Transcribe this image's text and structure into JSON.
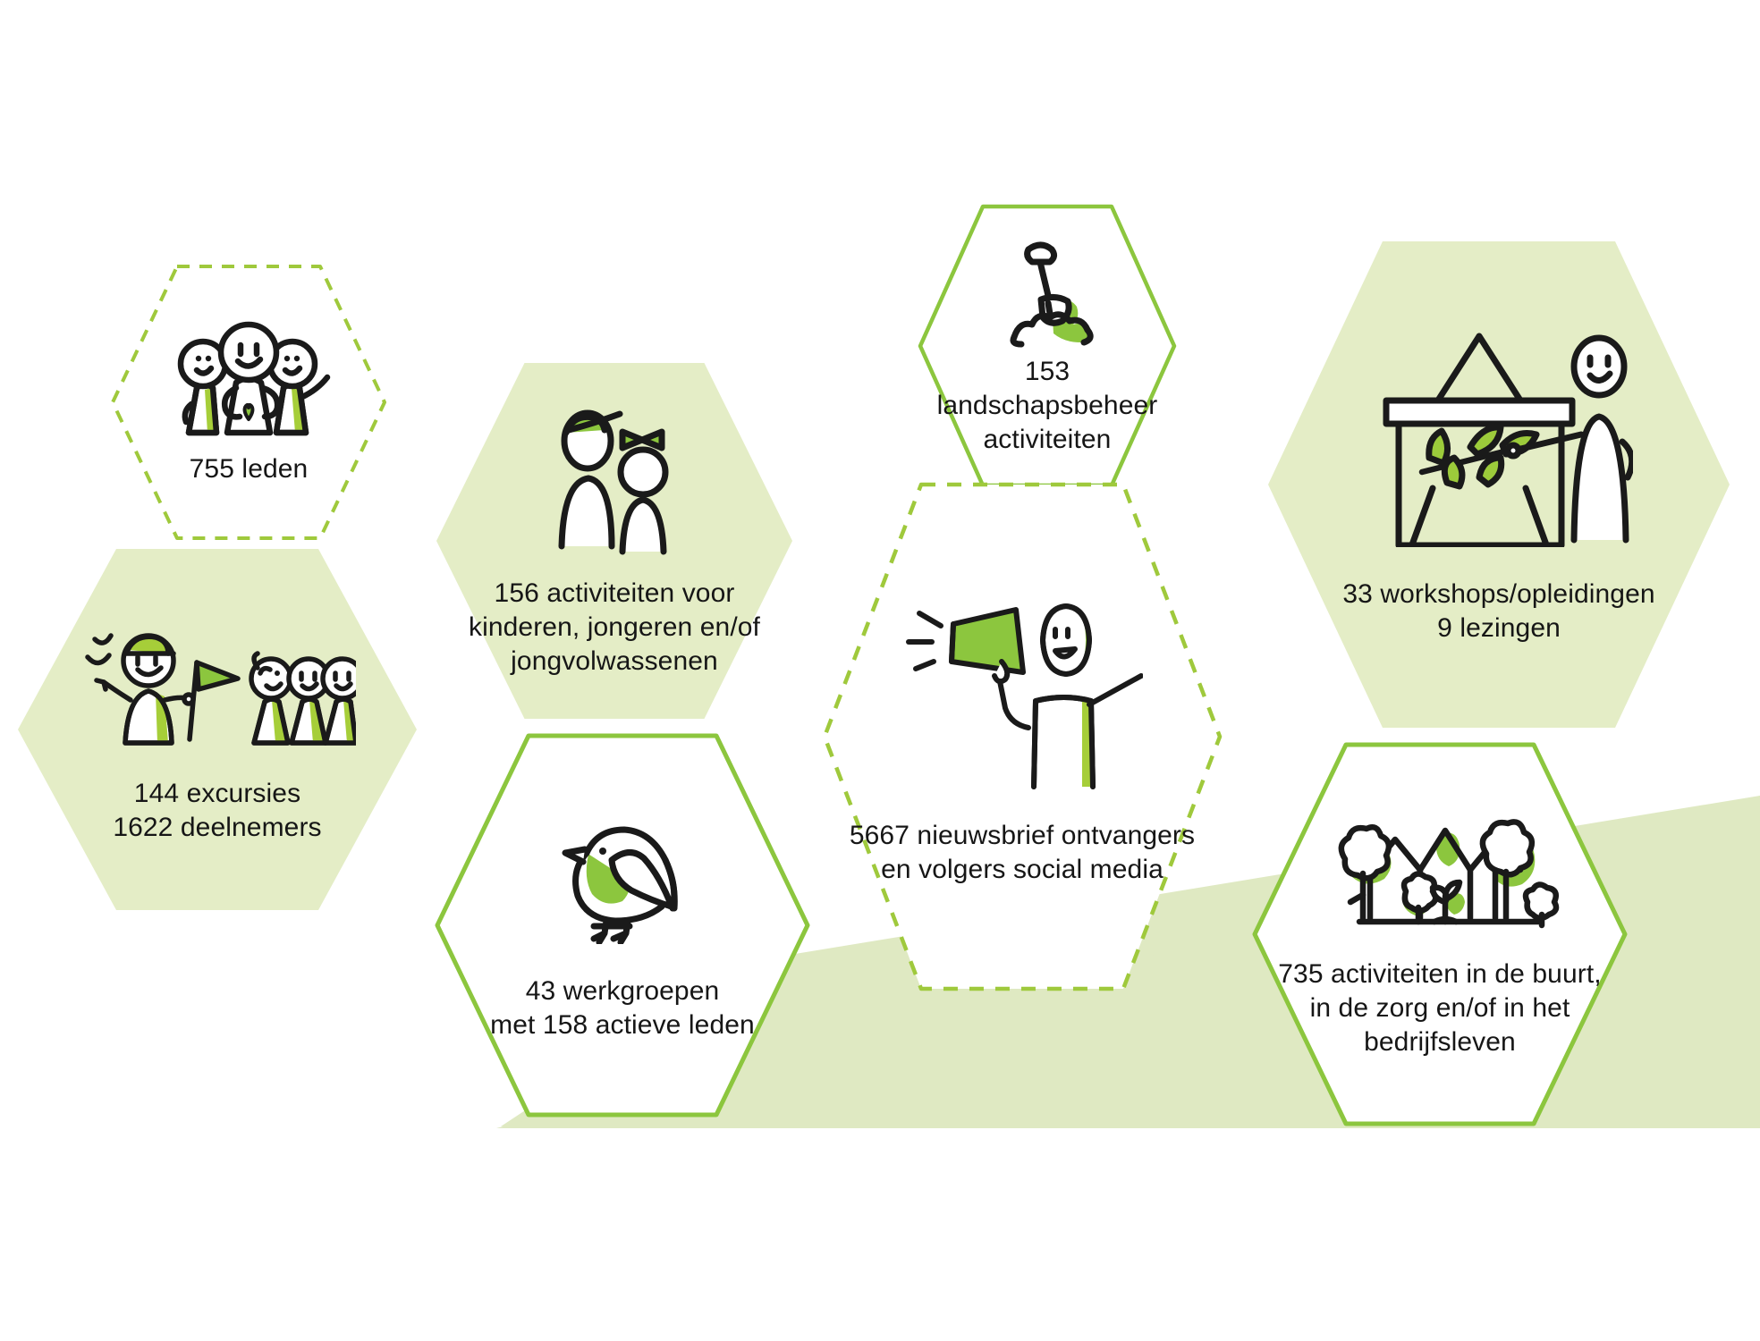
{
  "infographic": {
    "title": "Jaarcijfers hexagon infographic",
    "colors": {
      "accent_green": "#8cc63e",
      "fill_light_green": "#e4edc6",
      "background_wedge": "#dfe9c2",
      "text": "#161616",
      "outline_dark": "#1a1a1a",
      "white": "#ffffff"
    },
    "tiles": [
      {
        "id": "leden",
        "icon_name": "three-people-heart-icon",
        "style": "dashed-outline",
        "label": "755 leden",
        "value": 755,
        "unit": "leden"
      },
      {
        "id": "jeugdactiviteiten",
        "icon_name": "boy-and-girl-icon",
        "style": "filled",
        "label": "156 activiteiten voor\nkinderen, jongeren en/of\njongvolwassenen",
        "value": 156,
        "unit": "activiteiten voor kinderen, jongeren en/of jongvolwassenen"
      },
      {
        "id": "excursies",
        "icon_name": "tour-guide-with-flag-icon",
        "style": "filled",
        "label": "144 excursies\n1622 deelnemers",
        "value": 144,
        "unit": "excursies",
        "secondary_value": 1622,
        "secondary_unit": "deelnemers"
      },
      {
        "id": "werkgroepen",
        "icon_name": "bird-icon",
        "style": "solid-outline",
        "label": "43 werkgroepen\nmet 158 actieve leden",
        "value": 43,
        "unit": "werkgroepen",
        "secondary_value": 158,
        "secondary_unit": "actieve leden"
      },
      {
        "id": "landschapsbeheer",
        "icon_name": "shovel-in-soil-icon",
        "style": "solid-outline",
        "label": "153\nlandschapsbeheer\nactiviteiten",
        "value": 153,
        "unit": "landschapsbeheer activiteiten"
      },
      {
        "id": "nieuwsbrief",
        "icon_name": "megaphone-person-icon",
        "style": "dashed-outline",
        "label": "5667 nieuwsbrief ontvangers\nen volgers social media",
        "value": 5667,
        "unit": "nieuwsbrief ontvangers en volgers social media"
      },
      {
        "id": "workshops",
        "icon_name": "presentation-board-icon",
        "style": "filled",
        "label": "33 workshops/opleidingen\n9 lezingen",
        "value": 33,
        "unit": "workshops/opleidingen",
        "secondary_value": 9,
        "secondary_unit": "lezingen"
      },
      {
        "id": "buurt",
        "icon_name": "houses-and-trees-icon",
        "style": "solid-outline",
        "label": "735 activiteiten in de buurt,\nin de zorg en/of in het\nbedrijfsleven",
        "value": 735,
        "unit": "activiteiten in de buurt, in de zorg en/of in het bedrijfsleven"
      }
    ]
  }
}
